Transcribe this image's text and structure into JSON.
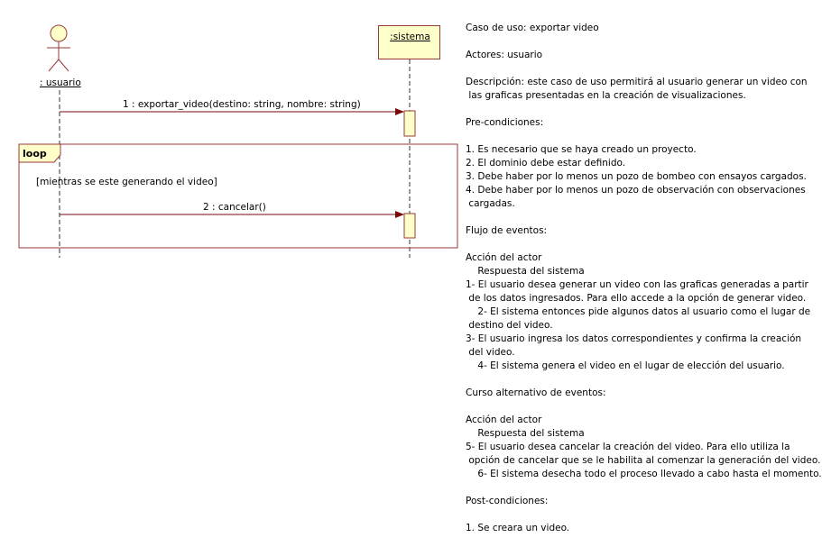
{
  "diagram": {
    "actor": {
      "name": ": usuario"
    },
    "system": {
      "name": ":sistema"
    },
    "messages": [
      {
        "label": "1 : exportar_video(destino: string, nombre: string)"
      },
      {
        "label": "2 : cancelar()"
      }
    ],
    "loop": {
      "tag": "loop",
      "guard": "[mientras se este generando el video]"
    },
    "colors": {
      "object_fill": "#ffffc9",
      "object_border": "#9a3a3a",
      "message_arrow": "#7a0a0a",
      "fragment_border": "#9a3a3a"
    }
  },
  "spec_lines": [
    "Caso de uso: exportar video",
    "",
    "Actores: usuario",
    "",
    "Descripción: este caso de uso permitirá al usuario generar un video con",
    " las graficas presentadas en la creación de visualizaciones.",
    "",
    "Pre-condiciones:",
    "",
    "1. Es necesario que se haya creado un proyecto.",
    "2. El dominio debe estar definido.",
    "3. Debe haber por lo menos un pozo de bombeo con ensayos cargados.",
    "4. Debe haber por lo menos un pozo de observación con observaciones",
    " cargadas.",
    "",
    "Flujo de eventos:",
    "",
    "Acción del actor",
    "    Respuesta del sistema",
    "1- El usuario desea generar un video con las graficas generadas a partir",
    " de los datos ingresados. Para ello accede a la opción de generar video.",
    "    2- El sistema entonces pide algunos datos al usuario como el lugar de",
    " destino del video.",
    "3- El usuario ingresa los datos correspondientes y confirma la creación",
    " del video.",
    "    4- El sistema genera el video en el lugar de elección del usuario.",
    "",
    "Curso alternativo de eventos:",
    "",
    "Acción del actor",
    "    Respuesta del sistema",
    "5- El usuario desea cancelar la creación del video. Para ello utiliza la",
    " opción de cancelar que se le habilita al comenzar la generación del video.",
    "    6- El sistema desecha todo el proceso llevado a cabo hasta el momento.",
    "",
    "Post-condiciones:",
    "",
    "1. Se creara un video."
  ]
}
